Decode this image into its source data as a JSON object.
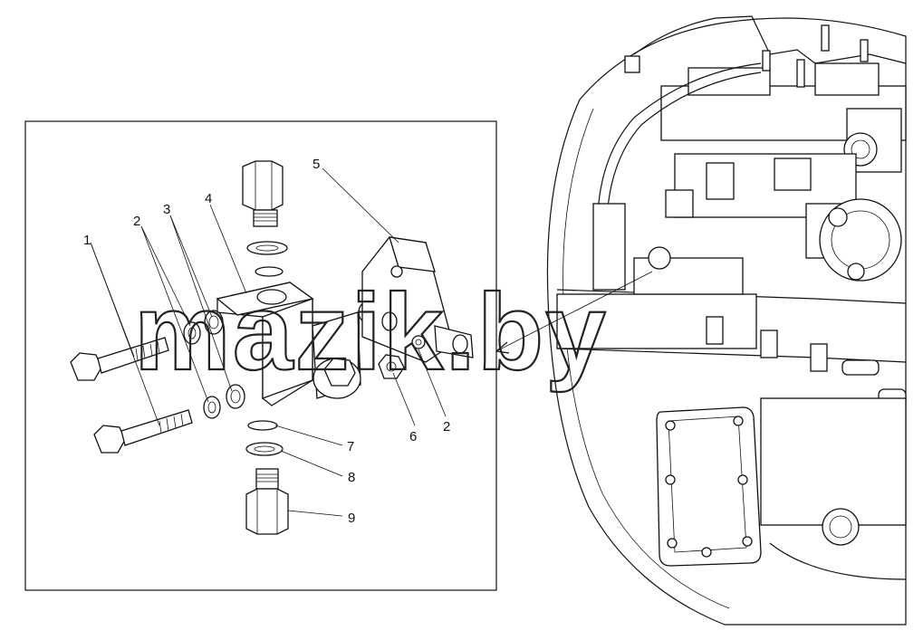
{
  "diagram": {
    "watermark": "mazik.by",
    "callouts": [
      {
        "id": "c1",
        "text": "1"
      },
      {
        "id": "c2a",
        "text": "2"
      },
      {
        "id": "c3",
        "text": "3"
      },
      {
        "id": "c4",
        "text": "4"
      },
      {
        "id": "c5",
        "text": "5"
      },
      {
        "id": "c6",
        "text": "6"
      },
      {
        "id": "c2b",
        "text": "2"
      },
      {
        "id": "c7",
        "text": "7"
      },
      {
        "id": "c8",
        "text": "8"
      },
      {
        "id": "c9",
        "text": "9"
      }
    ]
  },
  "colors": {
    "line": "#111111",
    "background": "#ffffff"
  }
}
